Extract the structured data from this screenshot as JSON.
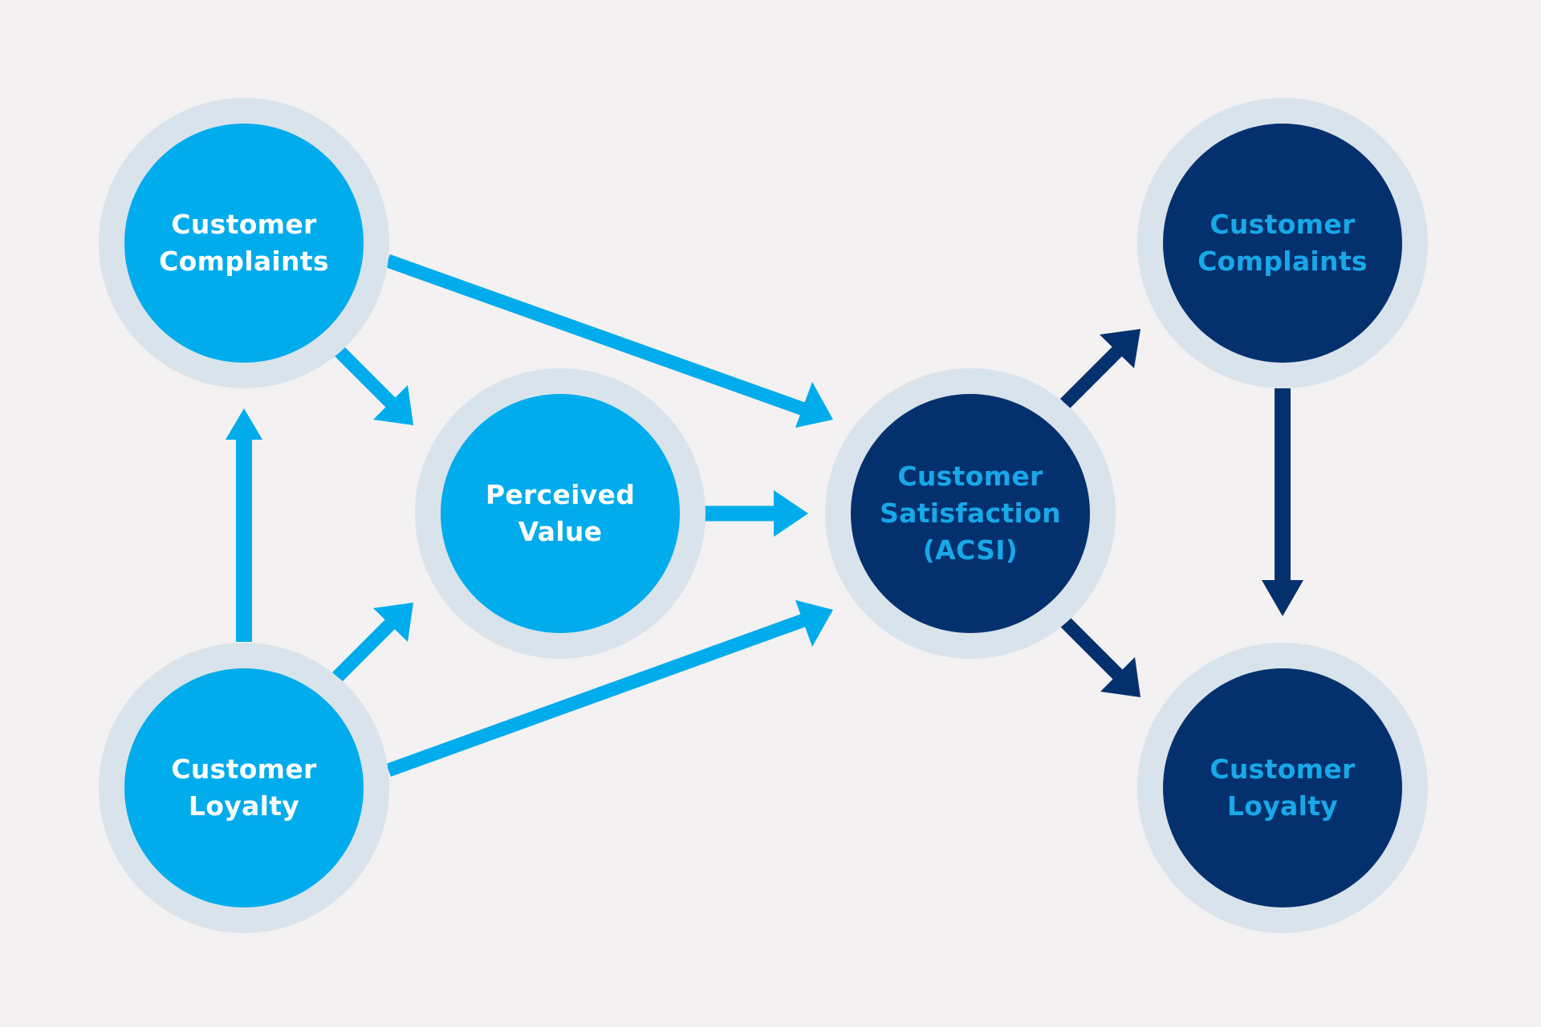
{
  "colors": {
    "background": "#f3f1f1",
    "ring": "#d9e3eb",
    "light_node": "#00acec",
    "dark_node": "#04316e",
    "light_text": "#ffffff",
    "dark_text": "#18a8e9",
    "light_arrow": "#00acec",
    "dark_arrow": "#04316e"
  },
  "nodes": {
    "left_complaints": {
      "lines": [
        "Customer",
        "Complaints"
      ]
    },
    "left_loyalty": {
      "lines": [
        "Customer",
        "Loyalty"
      ]
    },
    "perceived_value": {
      "lines": [
        "Perceived",
        "Value"
      ]
    },
    "acsi": {
      "lines": [
        "Customer",
        "Satisfaction",
        "(ACSI)"
      ]
    },
    "right_complaints": {
      "lines": [
        "Customer",
        "Complaints"
      ]
    },
    "right_loyalty": {
      "lines": [
        "Customer",
        "Loyalty"
      ]
    }
  },
  "edges": [
    {
      "from": "left_complaints",
      "to": "perceived_value",
      "style": "light"
    },
    {
      "from": "left_complaints",
      "to": "acsi",
      "style": "light"
    },
    {
      "from": "left_loyalty",
      "to": "left_complaints",
      "style": "light"
    },
    {
      "from": "left_loyalty",
      "to": "perceived_value",
      "style": "light"
    },
    {
      "from": "left_loyalty",
      "to": "acsi",
      "style": "light"
    },
    {
      "from": "perceived_value",
      "to": "acsi",
      "style": "light"
    },
    {
      "from": "acsi",
      "to": "right_complaints",
      "style": "dark"
    },
    {
      "from": "acsi",
      "to": "right_loyalty",
      "style": "dark"
    },
    {
      "from": "right_complaints",
      "to": "right_loyalty",
      "style": "dark"
    }
  ]
}
